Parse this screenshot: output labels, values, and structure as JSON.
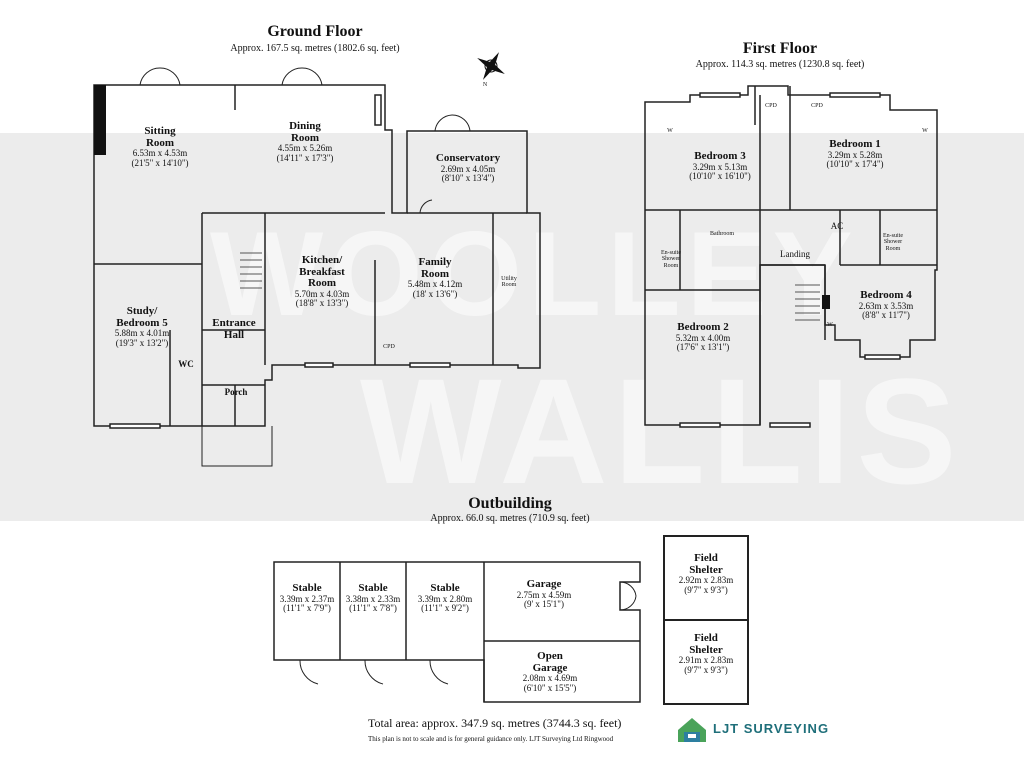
{
  "ground_floor": {
    "title": "Ground Floor",
    "area": "Approx. 167.5 sq. metres (1802.6 sq. feet)",
    "rooms": [
      {
        "name": "Sitting\nRoom",
        "metric": "6.53m x 4.53m",
        "imperial": "(21'5\" x 14'10\")"
      },
      {
        "name": "Dining\nRoom",
        "metric": "4.55m x 5.26m",
        "imperial": "(14'11\" x 17'3\")"
      },
      {
        "name": "Conservatory",
        "metric": "2.69m x 4.05m",
        "imperial": "(8'10\" x 13'4\")"
      },
      {
        "name": "Kitchen/\nBreakfast\nRoom",
        "metric": "5.70m x 4.03m",
        "imperial": "(18'8\" x 13'3\")"
      },
      {
        "name": "Family\nRoom",
        "metric": "5.48m x 4.12m",
        "imperial": "(18' x 13'6\")"
      },
      {
        "name": "Study/\nBedroom 5",
        "metric": "5.88m x 4.01m",
        "imperial": "(19'3\" x 13'2\")"
      }
    ],
    "minor_labels": {
      "entrance_hall": "Entrance\nHall",
      "wc": "WC",
      "porch": "Porch",
      "utility": "Utility\nRoom",
      "cpd": "CPD"
    }
  },
  "first_floor": {
    "title": "First Floor",
    "area": "Approx. 114.3 sq. metres (1230.8 sq. feet)",
    "rooms": [
      {
        "name": "Bedroom 3",
        "metric": "3.29m x 5.13m",
        "imperial": "(10'10\" x 16'10\")"
      },
      {
        "name": "Bedroom 1",
        "metric": "3.29m x 5.28m",
        "imperial": "(10'10\" x 17'4\")"
      },
      {
        "name": "Bedroom 2",
        "metric": "5.32m x 4.00m",
        "imperial": "(17'6\" x 13'1\")"
      },
      {
        "name": "Bedroom 4",
        "metric": "2.63m x 3.53m",
        "imperial": "(8'8\" x 11'7\")"
      }
    ],
    "minor_labels": {
      "cpd": "CPD",
      "w": "W",
      "bathroom": "Bathroom",
      "ensuite": "En-suite\nShower\nRoom",
      "landing": "Landing",
      "ac": "AC"
    }
  },
  "outbuilding": {
    "title": "Outbuilding",
    "area": "Approx. 66.0 sq. metres (710.9 sq. feet)",
    "rooms": [
      {
        "name": "Stable",
        "metric": "3.39m x 2.37m",
        "imperial": "(11'1\" x 7'9\")"
      },
      {
        "name": "Stable",
        "metric": "3.38m x 2.33m",
        "imperial": "(11'1\" x 7'8\")"
      },
      {
        "name": "Stable",
        "metric": "3.39m x 2.80m",
        "imperial": "(11'1\" x 9'2\")"
      },
      {
        "name": "Garage",
        "metric": "2.75m x 4.59m",
        "imperial": "(9' x 15'1\")"
      },
      {
        "name": "Open\nGarage",
        "metric": "2.08m x 4.69m",
        "imperial": "(6'10\" x 15'5\")"
      },
      {
        "name": "Field\nShelter",
        "metric": "2.92m x 2.83m",
        "imperial": "(9'7\" x 9'3\")"
      },
      {
        "name": "Field\nShelter",
        "metric": "2.91m x 2.83m",
        "imperial": "(9'7\" x 9'3\")"
      }
    ]
  },
  "footer": {
    "total": "Total area: approx. 347.9 sq. metres (3744.3 sq. feet)",
    "disclaimer": "This plan is not to scale and is for general guidance only. LJT Surveying Ltd Ringwood",
    "logo_text": "LJT SURVEYING"
  },
  "watermark": {
    "line1": "WOOLLEY",
    "line2": "WALLIS"
  },
  "compass": {
    "north": "N"
  }
}
